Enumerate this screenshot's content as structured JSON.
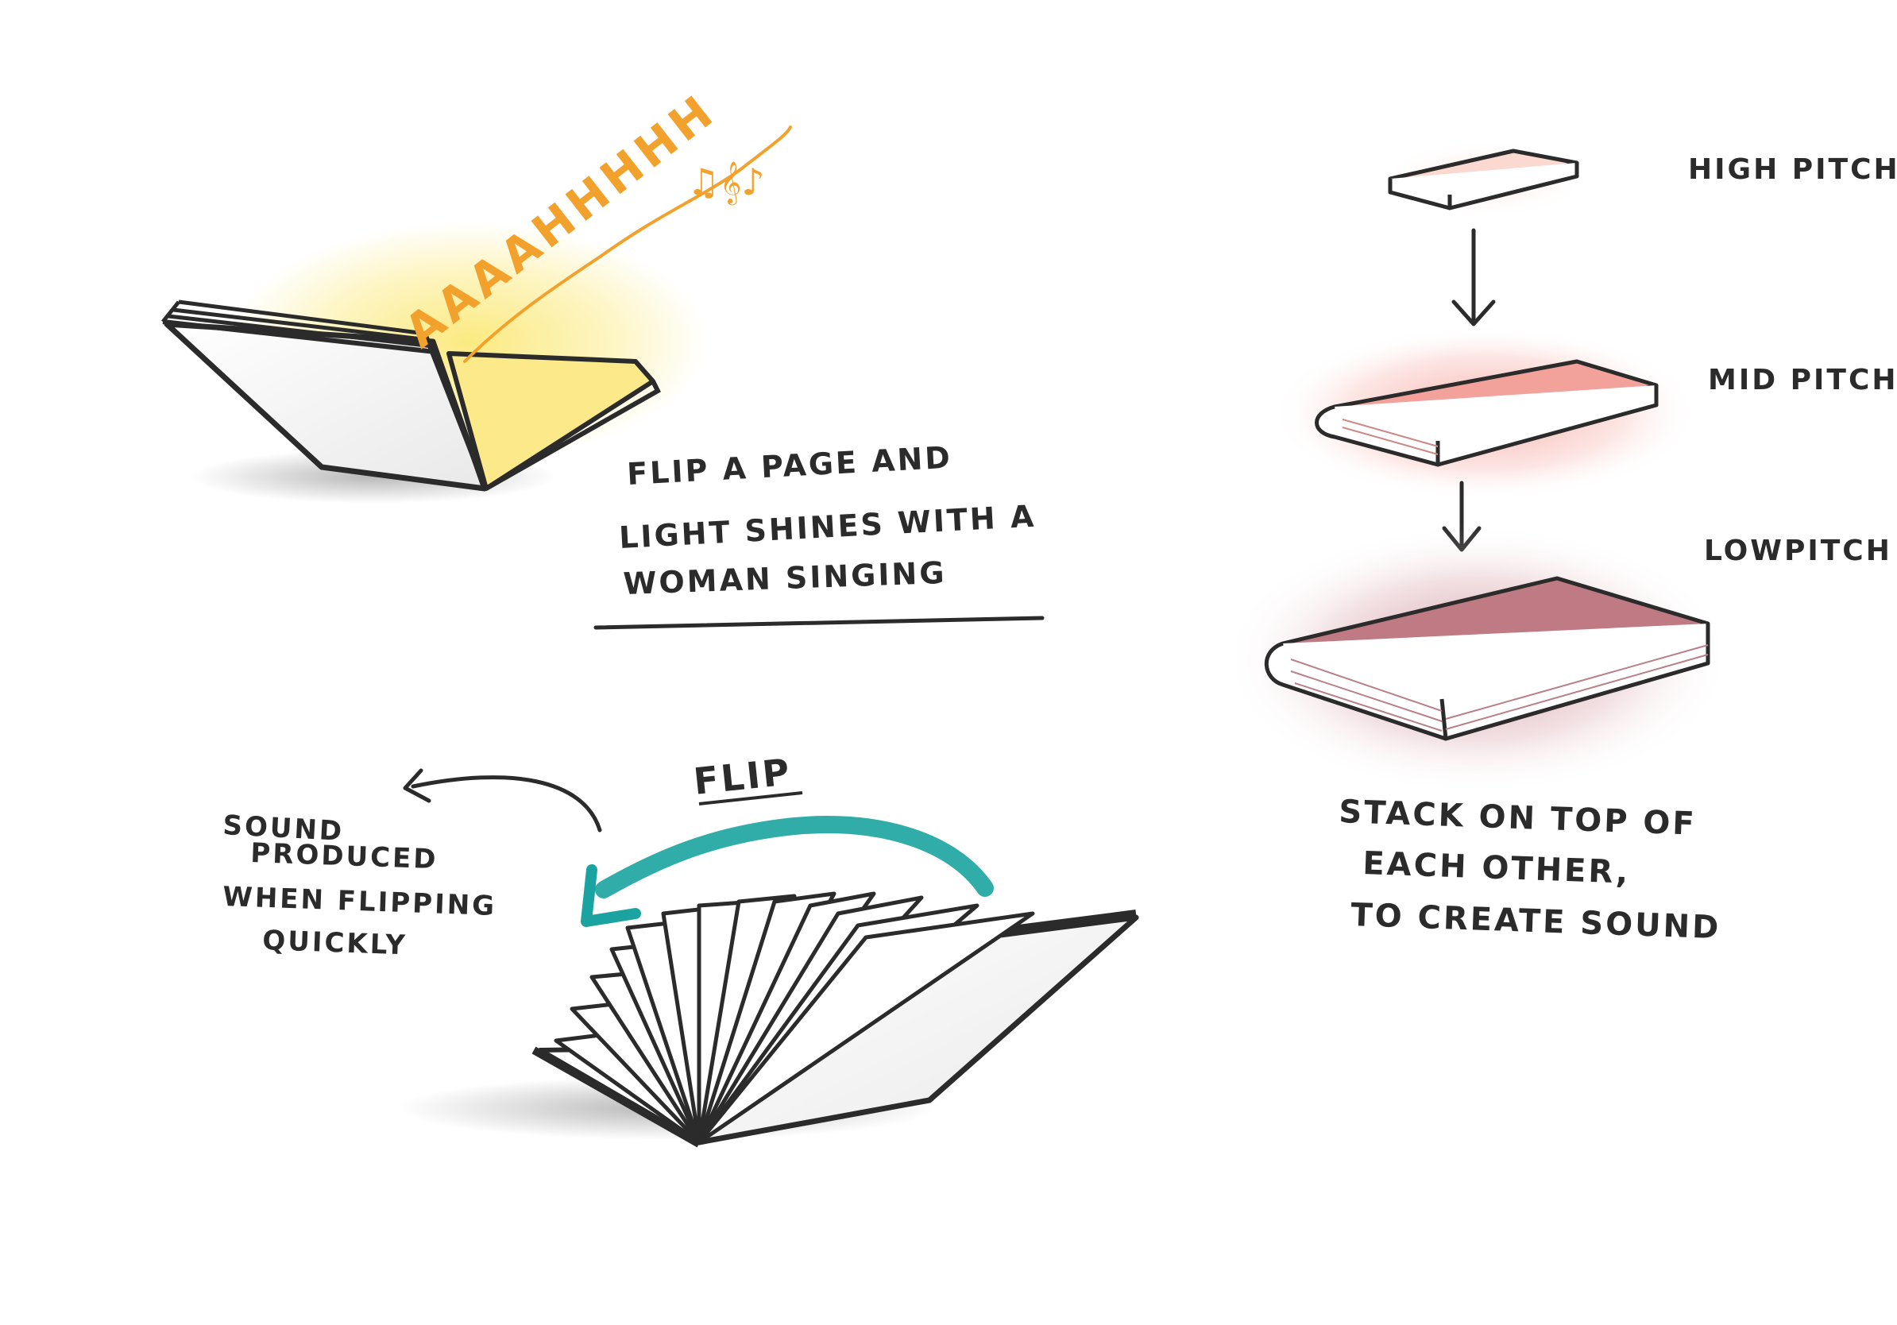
{
  "colors": {
    "ink": "#2b2b2b",
    "singing_orange": "#f2a22c",
    "light_yellow": "#fbe97a",
    "flip_arrow_teal": "#1aa3a0",
    "high_pitch_book": "#fbd9d0",
    "mid_pitch_book": "#f3a19b",
    "low_pitch_book": "#c07a84",
    "page_white": "#ffffff"
  },
  "singing_book": {
    "sound_text": "AAAAHHHHH",
    "music_notes": "♫𝄞♪",
    "caption_lines": [
      "FLIP A PAGE AND",
      "LIGHT SHINES WITH A",
      "WOMAN SINGING"
    ]
  },
  "flip_book": {
    "flip_label": "FLIP",
    "caption_lines": [
      "SOUND",
      "PRODUCED",
      "WHEN FLIPPING",
      "QUICKLY"
    ]
  },
  "pitch_stack": {
    "labels": {
      "high": "HIGH PITCH",
      "mid": "MID PITCH",
      "low": "LOWPITCH"
    },
    "caption_lines": [
      "STACK ON TOP OF",
      "EACH OTHER,",
      "TO CREATE SOUND"
    ]
  }
}
